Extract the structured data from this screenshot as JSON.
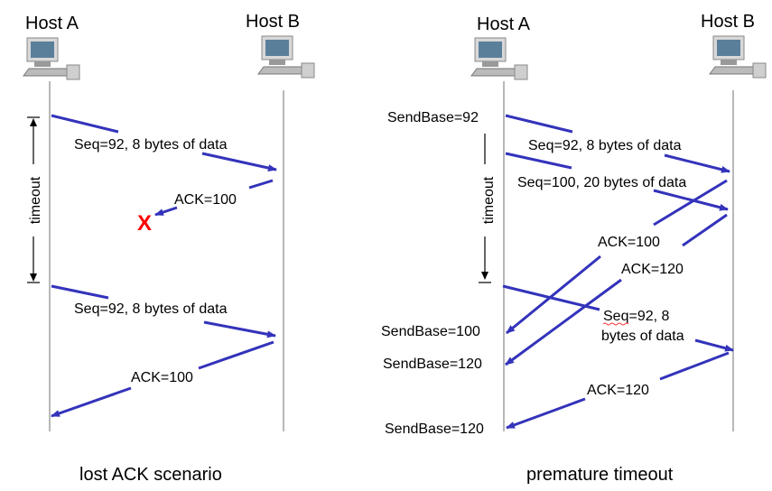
{
  "hosts": {
    "a": "Host A",
    "b": "Host B"
  },
  "left": {
    "caption": "lost ACK scenario",
    "timeout_label": "timeout",
    "msg1": "Seq=92, 8 bytes of data",
    "ack_lost": "ACK=100",
    "lost_mark": "X",
    "msg2": "Seq=92, 8 bytes of data",
    "ack2": "ACK=100"
  },
  "right": {
    "caption": "premature timeout",
    "timeout_label": "timeout",
    "sendbase_92": "SendBase=92",
    "msg1": "Seq=92, 8 bytes of data",
    "msg2": "Seq=100, 20 bytes of data",
    "ack100": "ACK=100",
    "ack120": "ACK=120",
    "msg3_line1": "Seq=92,  8",
    "msg3_line2": "bytes of data",
    "sendbase_100": "SendBase=100",
    "sendbase_120a": "SendBase=120",
    "ack120b": "ACK=120",
    "sendbase_120b": "SendBase=120"
  },
  "colors": {
    "arrow": "#3333bb",
    "lost": "#ff0000"
  }
}
